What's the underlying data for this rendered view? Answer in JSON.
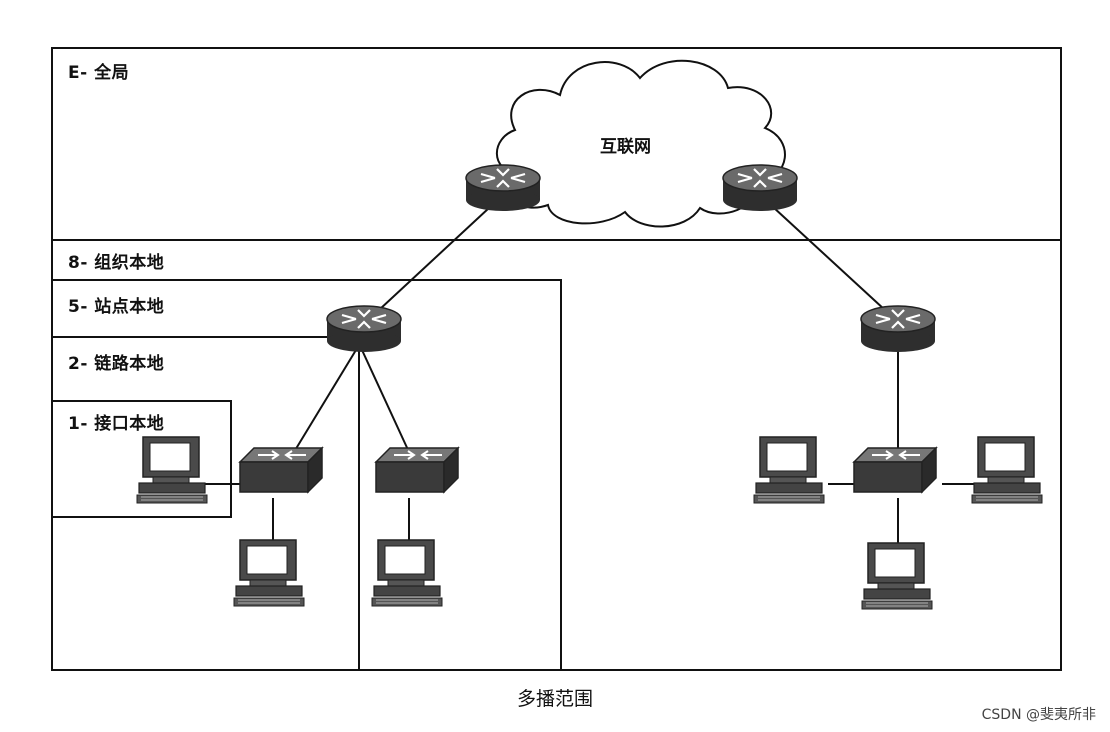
{
  "scopes": {
    "global": "E- 全局",
    "org_local": "8- 组织本地",
    "site_local": "5- 站点本地",
    "link_local": "2- 链路本地",
    "interface_local": "1- 接口本地"
  },
  "cloud_label": "互联网",
  "caption": "多播范围",
  "watermark": "CSDN @斐夷所非",
  "icons": {
    "router": "router-icon",
    "switch": "switch-icon",
    "computer": "computer-icon",
    "cloud": "cloud-icon"
  },
  "colors": {
    "line": "#111111",
    "device": "#3a3a3a",
    "background": "#ffffff"
  }
}
